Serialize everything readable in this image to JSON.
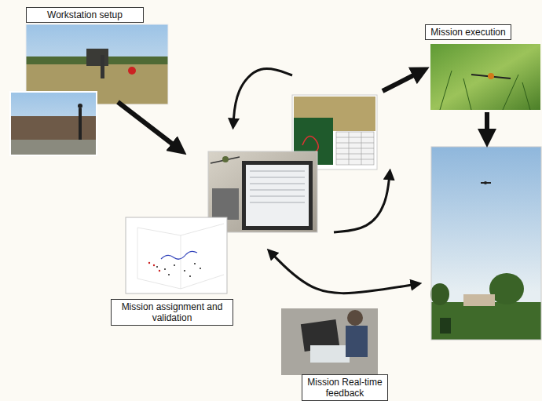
{
  "diagram": {
    "nodes": [
      {
        "text": [
          "Workstation setup"
        ]
      },
      {
        "text": [
          "Mission execution"
        ]
      },
      {
        "text": [
          "Mission assignment and validation"
        ]
      },
      {
        "text": [
          "Mission Real-time feedback"
        ]
      }
    ]
  }
}
